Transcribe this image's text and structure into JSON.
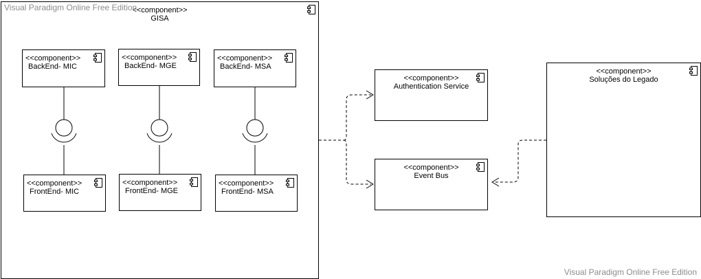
{
  "watermark": {
    "top": "Visual Paradigm Online Free Edition",
    "bottom": "Visual Paradigm Online Free Edition"
  },
  "stereotype": "<<component>>",
  "container": {
    "name": "GISA"
  },
  "backends": [
    {
      "name": "BackEnd- MIC"
    },
    {
      "name": "BackEnd- MGE"
    },
    {
      "name": "BackEnd- MSA"
    }
  ],
  "frontends": [
    {
      "name": "FrontEnd- MIC"
    },
    {
      "name": "FrontEnd- MGE"
    },
    {
      "name": "FrontEnd- MSA"
    }
  ],
  "services": {
    "auth": {
      "name": "Authentication Service"
    },
    "bus": {
      "name": "Event Bus"
    },
    "legacy": {
      "name": "Soluções do Legado"
    }
  },
  "icons": {
    "component": "component-icon",
    "interface": "lollipop-socket-icon"
  }
}
